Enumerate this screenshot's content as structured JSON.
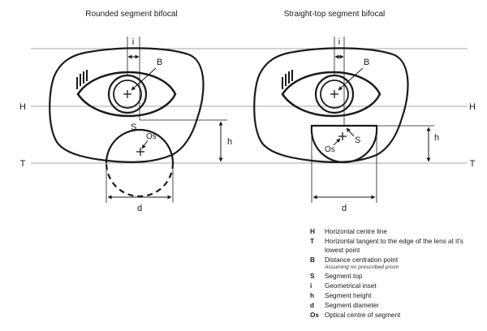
{
  "titles": {
    "left": "Rounded segment bifocal",
    "right": "Straight-top segment bifocal"
  },
  "labels": {
    "H": "H",
    "T": "T",
    "i": "i",
    "B": "B",
    "S": "S",
    "Os": "Os",
    "h": "h",
    "d": "d"
  },
  "legend": [
    {
      "key": "H",
      "text": "Horizontal centre line",
      "note": ""
    },
    {
      "key": "T",
      "text": "Horizontal tangent to the edge of the lens at it's lowest point",
      "note": ""
    },
    {
      "key": "B",
      "text": "Distance centration point",
      "note": "Assuming no prescribed prism"
    },
    {
      "key": "S",
      "text": "Segment top",
      "note": ""
    },
    {
      "key": "i",
      "text": "Geometrical inset",
      "note": ""
    },
    {
      "key": "h",
      "text": "Segment height",
      "note": ""
    },
    {
      "key": "d",
      "text": "Segment diameter",
      "note": ""
    },
    {
      "key": "Os",
      "text": "Optical centre of segment",
      "note": ""
    }
  ]
}
